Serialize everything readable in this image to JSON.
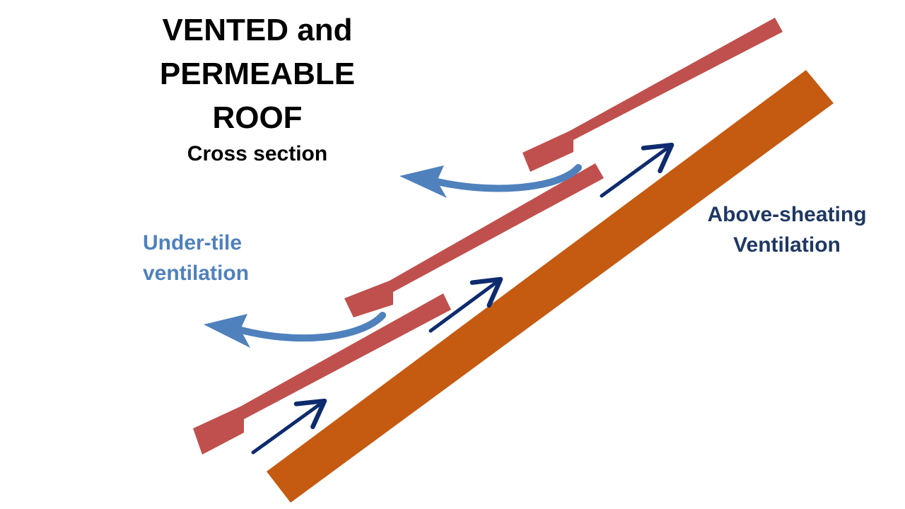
{
  "title": {
    "lines": [
      "VENTED and",
      "PERMEABLE",
      "ROOF"
    ]
  },
  "subtitle": "Cross section",
  "labels": {
    "under_tile": {
      "lines": [
        "Under-tile",
        "ventilation"
      ]
    },
    "above_sheathing": {
      "lines": [
        "Above-sheating",
        "Ventilation"
      ]
    }
  },
  "colors": {
    "tile": "#c0504d",
    "sheathing": "#c55a11",
    "under_tile_arrow": "#4f81bd",
    "above_sheathing_arrow": "#0d2b6e",
    "text_dark": "#000000",
    "label_under_tile": "#4f81bd",
    "label_above_sheathing": "#1f3864"
  }
}
